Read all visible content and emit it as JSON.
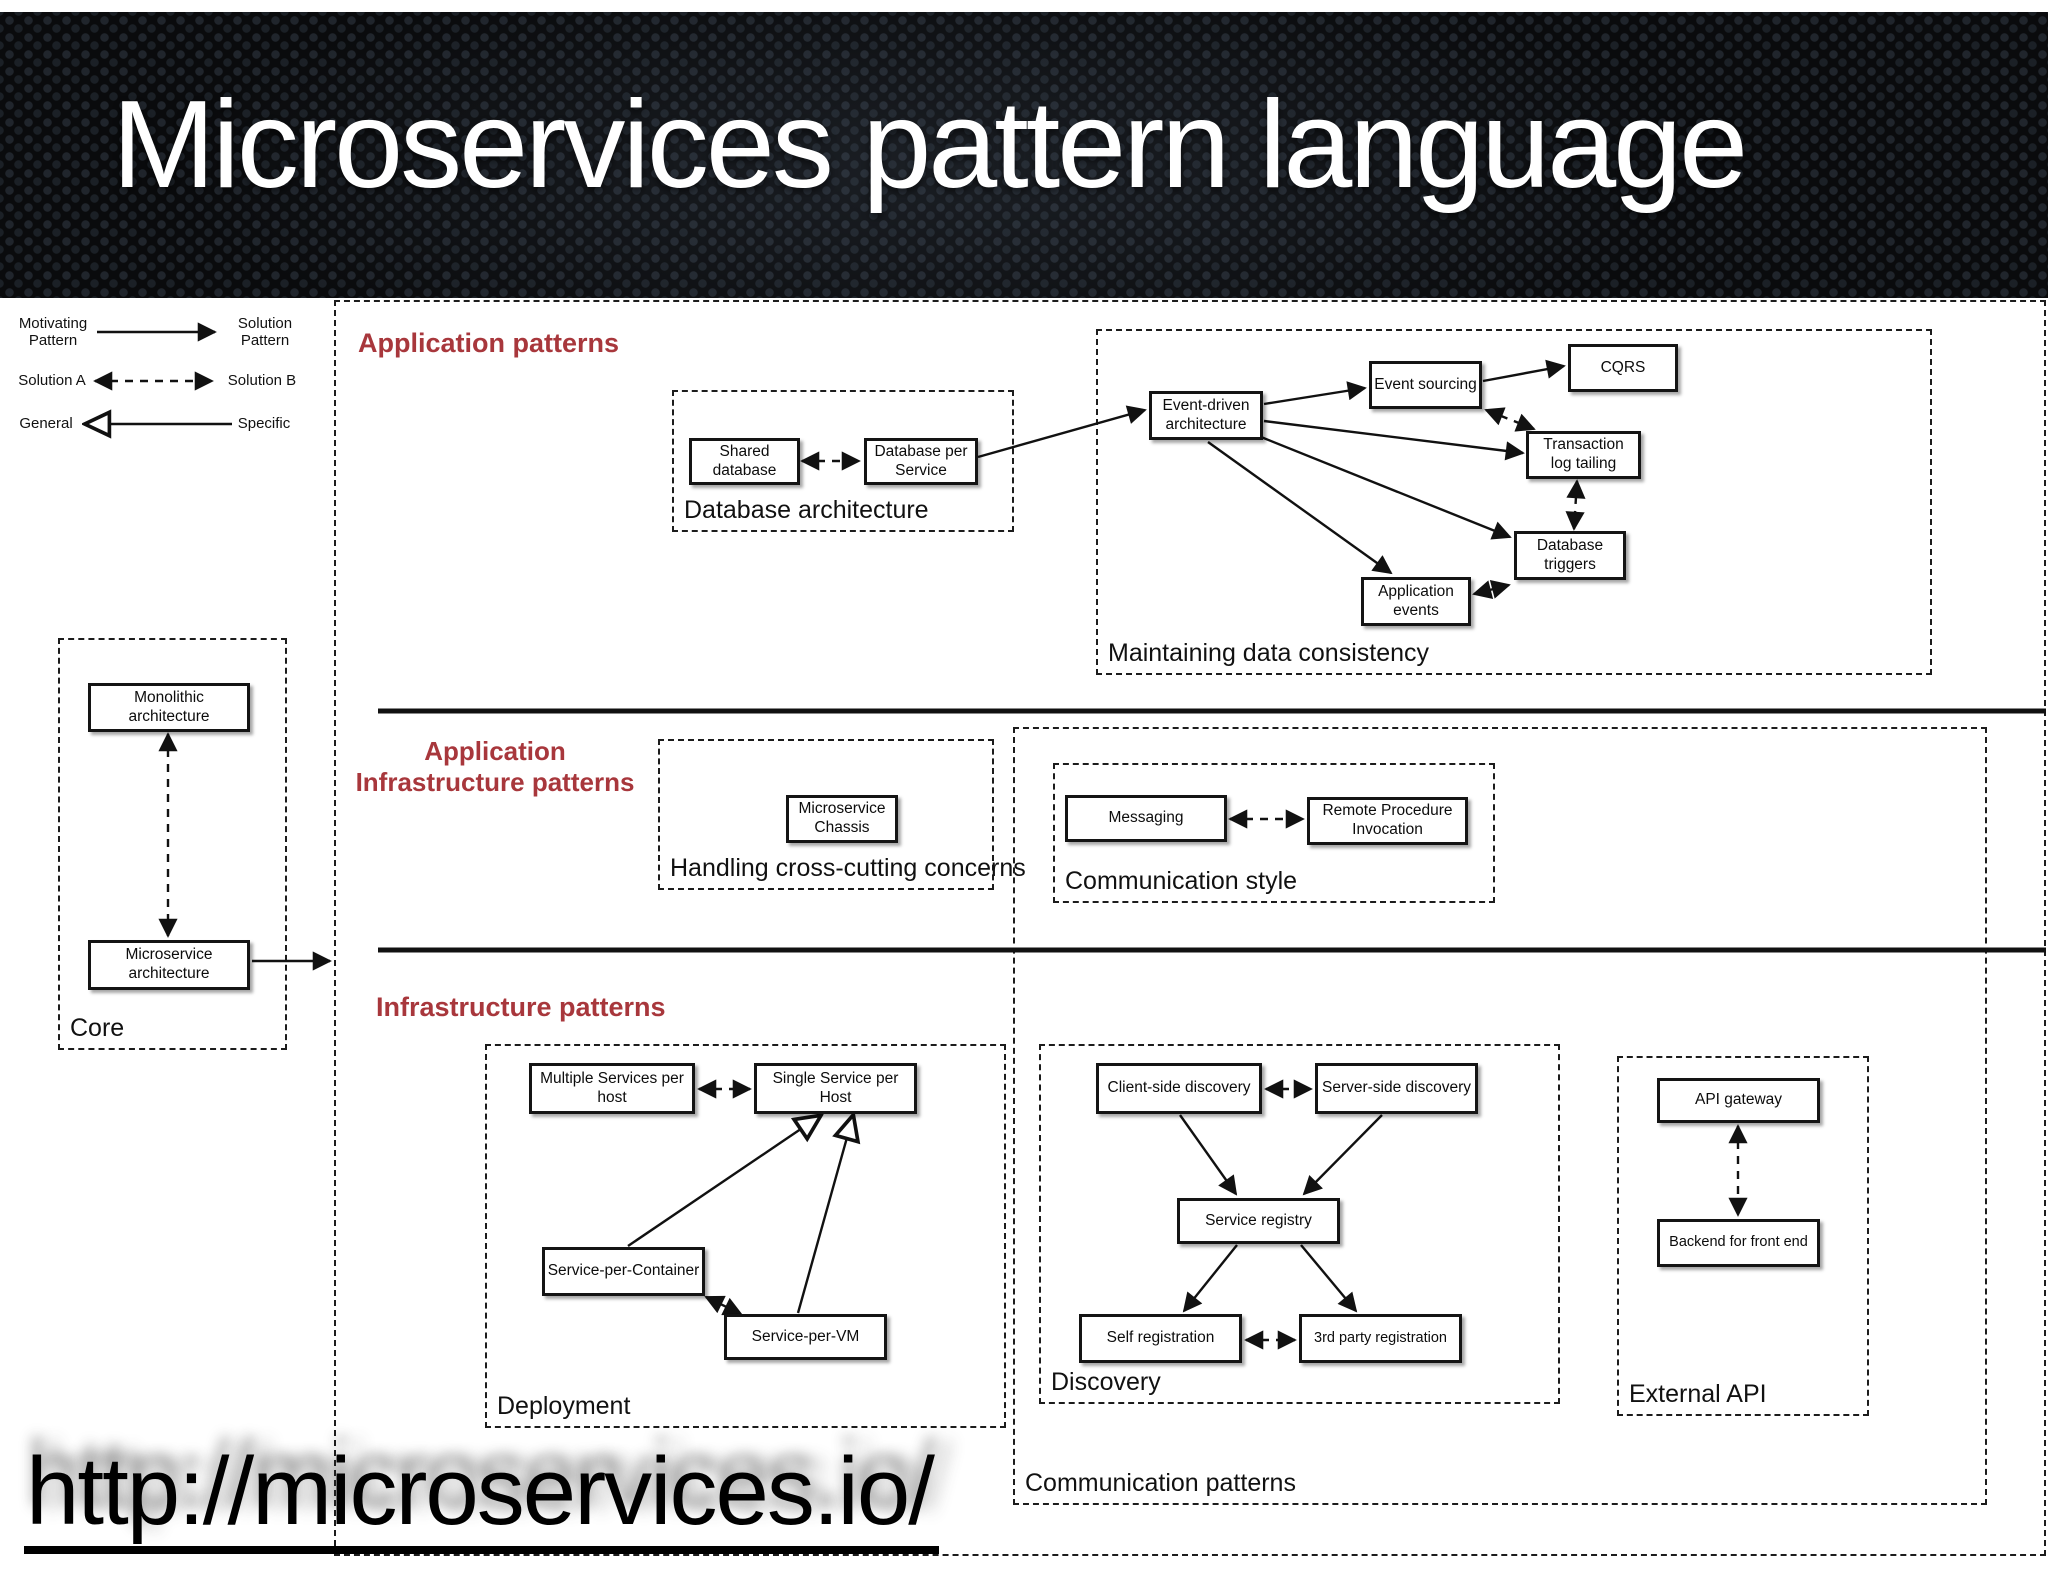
{
  "title": "Microservices pattern language",
  "colors": {
    "accent_red": "#a8373c",
    "header_bg": "#0a0b0d"
  },
  "legend": {
    "motivating_pattern": "Motivating Pattern",
    "solution_pattern": "Solution Pattern",
    "solution_a": "Solution A",
    "solution_b": "Solution B",
    "general": "General",
    "specific": "Specific"
  },
  "headings": {
    "application_patterns": "Application patterns",
    "application_infrastructure_line1": "Application",
    "application_infrastructure_line2": "Infrastructure patterns",
    "infrastructure_patterns": "Infrastructure patterns"
  },
  "groups": {
    "core": {
      "label": "Core"
    },
    "database_architecture": {
      "label": "Database architecture"
    },
    "maintaining_data_consistency": {
      "label": "Maintaining data consistency"
    },
    "handling_cross_cutting_concerns": {
      "label": "Handling cross-cutting concerns"
    },
    "communication_style": {
      "label": "Communication style"
    },
    "communication_patterns": {
      "label": "Communication patterns"
    },
    "deployment": {
      "label": "Deployment"
    },
    "discovery": {
      "label": "Discovery"
    },
    "external_api": {
      "label": "External API"
    }
  },
  "nodes": {
    "monolithic_architecture": {
      "label": "Monolithic architecture"
    },
    "microservice_architecture": {
      "label": "Microservice architecture"
    },
    "shared_database": {
      "label": "Shared database"
    },
    "database_per_service": {
      "label": "Database per Service"
    },
    "event_driven_architecture": {
      "label": "Event-driven architecture"
    },
    "event_sourcing": {
      "label": "Event sourcing"
    },
    "cqrs": {
      "label": "CQRS"
    },
    "transaction_log_tailing": {
      "label": "Transaction log tailing"
    },
    "database_triggers": {
      "label": "Database triggers"
    },
    "application_events": {
      "label": "Application events"
    },
    "microservice_chassis": {
      "label": "Microservice Chassis"
    },
    "messaging": {
      "label": "Messaging"
    },
    "remote_procedure_invocation": {
      "label": "Remote Procedure Invocation"
    },
    "multiple_services_per_host": {
      "label": "Multiple Services per host"
    },
    "single_service_per_host": {
      "label": "Single Service per Host"
    },
    "service_per_container": {
      "label": "Service-per-Container"
    },
    "service_per_vm": {
      "label": "Service-per-VM"
    },
    "client_side_discovery": {
      "label": "Client-side discovery"
    },
    "server_side_discovery": {
      "label": "Server-side discovery"
    },
    "service_registry": {
      "label": "Service registry"
    },
    "self_registration": {
      "label": "Self registration"
    },
    "third_party_registration": {
      "label": "3rd party registration"
    },
    "api_gateway": {
      "label": "API gateway"
    },
    "backend_for_front_end": {
      "label": "Backend for front end"
    }
  },
  "footer": {
    "url_text": "http://microservices.io/"
  }
}
